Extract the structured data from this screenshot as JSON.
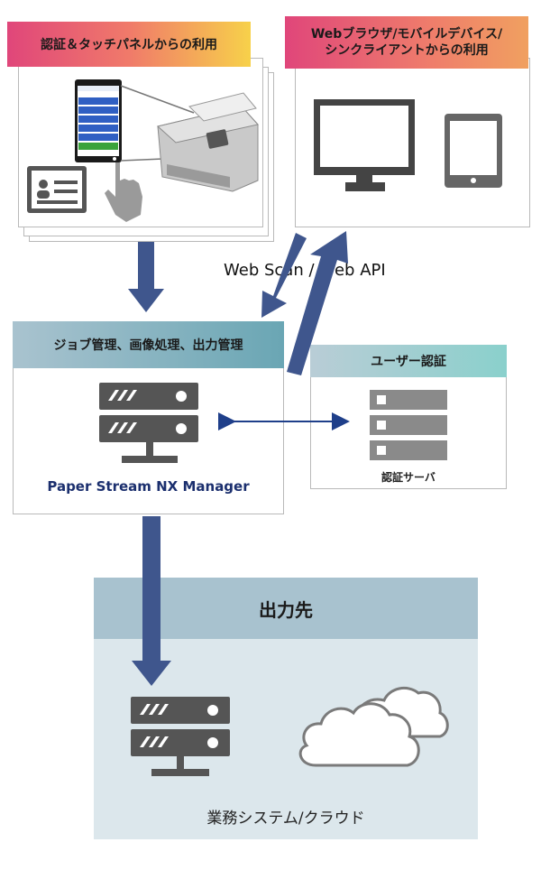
{
  "touch_panel": {
    "title": "認証＆タッチパネルからの利用",
    "screen_header": "",
    "screen_hint": "",
    "screen_buttons": [
      "",
      "",
      "",
      "",
      "",
      ""
    ],
    "screen_selected": ""
  },
  "web_clients": {
    "title_line1": "Webブラウザ/モバイルデバイス/",
    "title_line2": "シンクライアントからの利用"
  },
  "connection_label": "Web Scan / Web API",
  "manager": {
    "title": "ジョブ管理、画像処理、出力管理",
    "product_name": "Paper Stream NX Manager"
  },
  "auth": {
    "title": "ユーザー認証",
    "server_label": "認証サーバ"
  },
  "output": {
    "title": "出力先",
    "caption": "業務システム/クラウド"
  },
  "colors": {
    "gradient_pink": "#e0467a",
    "gradient_yellow": "#f7d14a",
    "gradient_orange": "#f0a060",
    "manager_header_teal": "#6aa6b4",
    "auth_header_teal": "#8ad0cc",
    "arrow_navy": "#3f568d",
    "output_header": "#a8c2cf",
    "output_body": "#dce7ec",
    "server_gray": "#555555"
  }
}
